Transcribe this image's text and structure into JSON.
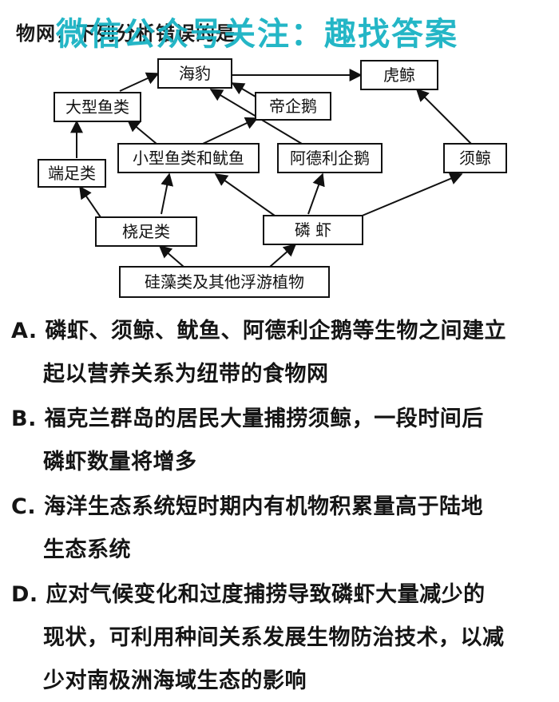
{
  "header": {
    "stem": "物网，下列分析错误的是",
    "watermark": "微信公众号关注：趣找答案"
  },
  "diagram": {
    "nodes": {
      "haibao": "海豹",
      "hujing": "虎鲸",
      "dayu": "大型鱼类",
      "diqie": "帝企鹅",
      "xiaoyu": "小型鱼类和鱿鱼",
      "adeli": "阿德利企鹅",
      "xujing": "须鲸",
      "duanzu": "端足类",
      "naozu": "桡足类",
      "linxia": "磷 虾",
      "guizao": "硅藻类及其他浮游植物"
    }
  },
  "options": {
    "A": {
      "line1": "A. 磷虾、须鲸、鱿鱼、阿德利企鹅等生物之间建立",
      "line2": "起以营养关系为纽带的食物网"
    },
    "B": {
      "line1": "B. 福克兰群岛的居民大量捕捞须鲸，一段时间后",
      "line2": "磷虾数量将增多"
    },
    "C": {
      "line1": "C. 海洋生态系统短时期内有机物积累量高于陆地",
      "line2": "生态系统"
    },
    "D": {
      "line1": "D. 应对气候变化和过度捕捞导致磷虾大量减少的",
      "line2": "现状，可利用种间关系发展生物防治技术，以减",
      "line3": "少对南极洲海域生态的影响"
    }
  }
}
